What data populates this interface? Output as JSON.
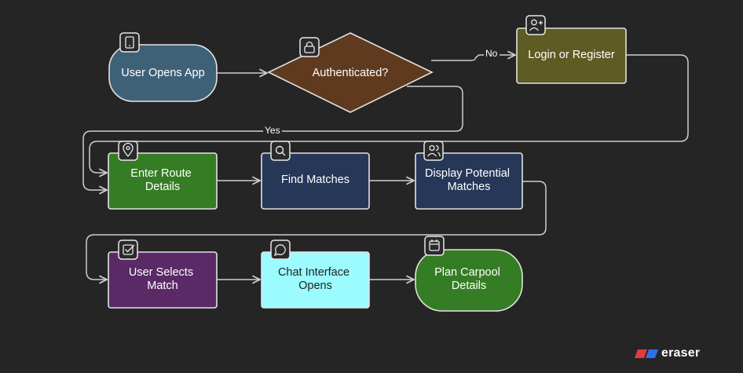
{
  "colors": {
    "background": "#252525",
    "stroke": "#e3e3e3",
    "connector": "#cfcfcf"
  },
  "nodes": {
    "user_opens_app": {
      "label": "User Opens App",
      "icon": "smartphone-icon",
      "fill": "#3f6177"
    },
    "authenticated": {
      "label": "Authenticated?",
      "icon": "lock-icon",
      "fill": "#603a1f"
    },
    "login_register": {
      "label": "Login or Register",
      "icon": "user-plus-icon",
      "fill": "#5e5b23"
    },
    "enter_route": {
      "label_lines": [
        "Enter Route",
        "Details"
      ],
      "icon": "map-pin-icon",
      "fill": "#357d24"
    },
    "find_matches": {
      "label": "Find Matches",
      "icon": "search-icon",
      "fill": "#263758"
    },
    "display_matches": {
      "label_lines": [
        "Display Potential",
        "Matches"
      ],
      "icon": "users-icon",
      "fill": "#263758"
    },
    "user_selects": {
      "label_lines": [
        "User Selects",
        "Match"
      ],
      "icon": "check-square-icon",
      "fill": "#5a2a67"
    },
    "chat_interface": {
      "label_lines": [
        "Chat Interface",
        "Opens"
      ],
      "icon": "message-circle-icon",
      "fill": "#9bfbff",
      "text_color": "#222222"
    },
    "plan_carpool": {
      "label_lines": [
        "Plan Carpool",
        "Details"
      ],
      "icon": "calendar-icon",
      "fill": "#357d24"
    }
  },
  "edges": {
    "no_label": "No",
    "yes_label": "Yes"
  },
  "brand": {
    "name": "eraser",
    "colors": [
      "#e23b3b",
      "#2f6fe6"
    ]
  }
}
